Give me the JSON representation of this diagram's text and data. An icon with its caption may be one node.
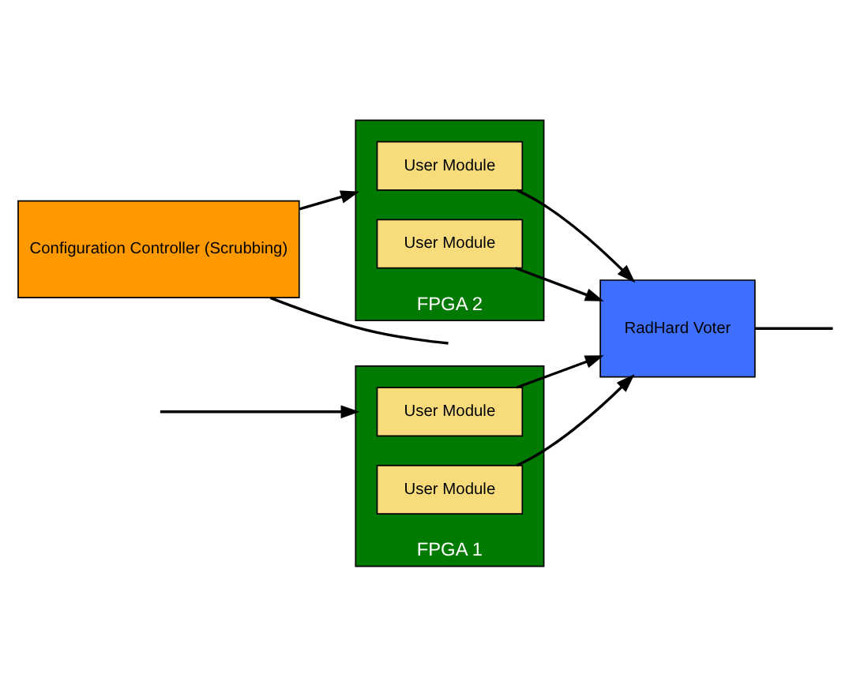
{
  "diagram": {
    "nodes": [
      {
        "text": [
          "FPGA 1"
        ]
      },
      {
        "text": [
          "User Module"
        ],
        "in": 0
      },
      {
        "text": [
          "User Module"
        ],
        "in": 0
      },
      {
        "text": [
          "FPGA 2"
        ]
      },
      {
        "text": [
          "User Module"
        ],
        "in": 3
      },
      {
        "text": [
          "User Module"
        ],
        "in": 3
      },
      {
        "text": [
          "RadHard Voter"
        ]
      },
      {
        "text": [
          "Configuration Controller (Scrubbing)"
        ]
      }
    ],
    "edges": [
      {
        "from": 1,
        "to": 6,
        "arrow": "to"
      },
      {
        "from": 2,
        "to": 6,
        "arrow": "to"
      },
      {
        "from": 4,
        "to": 6,
        "arrow": "to"
      },
      {
        "from": 5,
        "to": 6,
        "arrow": "to"
      },
      {
        "from": 6,
        "to": null,
        "arrow": "none"
      },
      {
        "from": 7,
        "to": 3,
        "arrow": "to"
      },
      {
        "from": null,
        "to": 0,
        "arrow": "to"
      },
      {
        "from": 7,
        "to": null,
        "arrow": "none"
      }
    ]
  }
}
